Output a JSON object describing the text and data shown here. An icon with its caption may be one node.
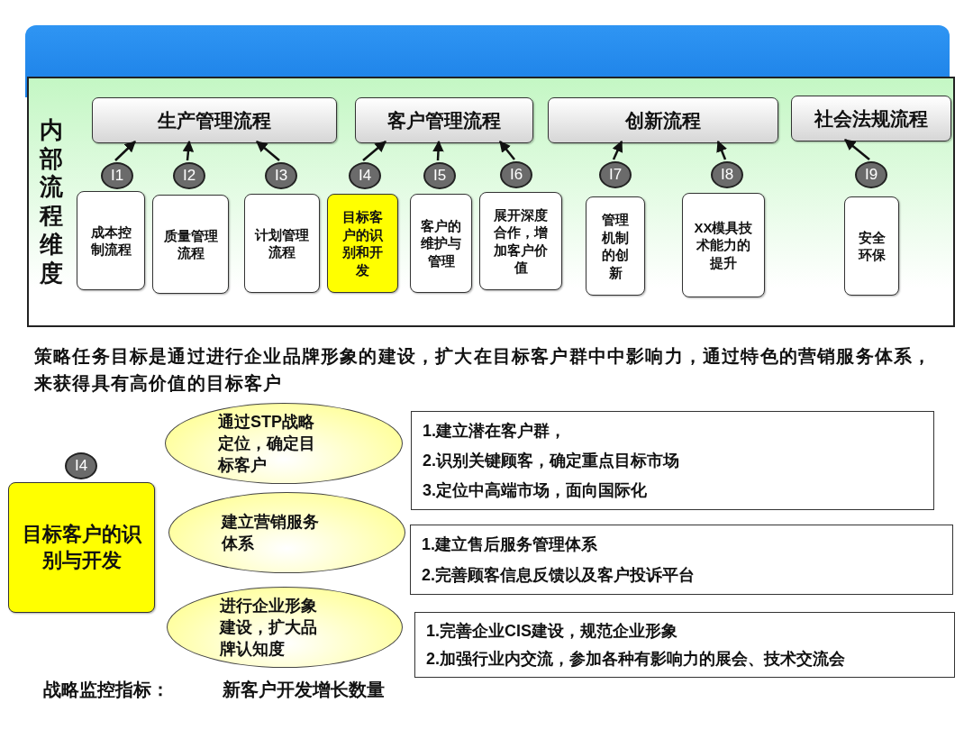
{
  "diagram": {
    "nodes": [
      {
        "text": [
          "内部流程维度"
        ]
      },
      {
        "text": [
          "生产管理流程"
        ],
        "in": 0
      },
      {
        "text": [
          "客户管理流程"
        ],
        "in": 0
      },
      {
        "text": [
          "创新流程"
        ],
        "in": 0
      },
      {
        "text": [
          "社会法规流程"
        ],
        "in": 0
      },
      {
        "text": [
          "I1"
        ],
        "in": 0
      },
      {
        "text": [
          "I2"
        ],
        "in": 0
      },
      {
        "text": [
          "I3"
        ],
        "in": 0
      },
      {
        "text": [
          "I4"
        ],
        "in": 0
      },
      {
        "text": [
          "I5"
        ],
        "in": 0
      },
      {
        "text": [
          "I6"
        ],
        "in": 0
      },
      {
        "text": [
          "I7"
        ],
        "in": 0
      },
      {
        "text": [
          "I8"
        ],
        "in": 0
      },
      {
        "text": [
          "I9"
        ],
        "in": 0
      },
      {
        "text": [
          "成本控制流程"
        ],
        "in": 0
      },
      {
        "text": [
          "质量管理流程"
        ],
        "in": 0
      },
      {
        "text": [
          "计划管理流程"
        ],
        "in": 0
      },
      {
        "text": [
          "目标客户的识别和开发"
        ],
        "in": 0
      },
      {
        "text": [
          "客户的维护与管理"
        ],
        "in": 0
      },
      {
        "text": [
          "展开深度合作，增加客户价值"
        ],
        "in": 0
      },
      {
        "text": [
          "管理机制的创新"
        ],
        "in": 0
      },
      {
        "text": [
          "XX模具技术能力的提升"
        ],
        "in": 0
      },
      {
        "text": [
          "安全环保"
        ],
        "in": 0
      },
      {
        "text": [
          "I4"
        ]
      },
      {
        "text": [
          "目标客户的识别与开发"
        ]
      },
      {
        "text": [
          "通过STP战略定位，确定目标客户"
        ]
      },
      {
        "text": [
          "建立营销服务体系"
        ]
      },
      {
        "text": [
          "进行企业形象建设，扩大品牌认知度"
        ]
      },
      {
        "text": [
          "1.建立潜在客户群，",
          "2.识别关键顾客，确定重点目标市场",
          "3.定位中高端市场，面向国际化"
        ]
      },
      {
        "text": [
          "1.建立售后服务管理体系",
          "2.完善顾客信息反馈以及客户投诉平台"
        ]
      },
      {
        "text": [
          "1.完善企业CIS建设，规范企业形象",
          "2.加强行业内交流，参加各种有影响力的展会、技术交流会"
        ]
      }
    ],
    "edges": [
      {
        "from": 5,
        "to": 1,
        "arrow": "to"
      },
      {
        "from": 6,
        "to": 1,
        "arrow": "to"
      },
      {
        "from": 7,
        "to": 1,
        "arrow": "to"
      },
      {
        "from": 8,
        "to": 2,
        "arrow": "to"
      },
      {
        "from": 9,
        "to": 2,
        "arrow": "to"
      },
      {
        "from": 10,
        "to": 2,
        "arrow": "to"
      },
      {
        "from": 11,
        "to": 3,
        "arrow": "to"
      },
      {
        "from": 12,
        "to": 3,
        "arrow": "to"
      },
      {
        "from": 13,
        "to": 4,
        "arrow": "to"
      }
    ],
    "labels": [
      "策略任务目标是通过进行企业品牌形象的建设，扩大在目标客户群中中影响力，通过特色的营销服务体系，来获得具有高价值的目标客户",
      "战略监控指标：",
      "新客户开发增长数量"
    ]
  }
}
